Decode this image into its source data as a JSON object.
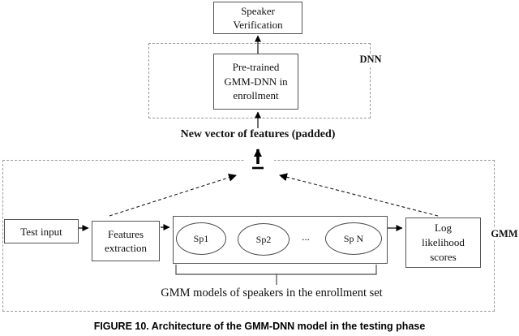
{
  "figure": {
    "boxes": {
      "speaker_verification": "Speaker\nVerification",
      "pretrained": "Pre-trained\nGMM-DNN in\nenrollment",
      "test_input": "Test input",
      "features_extraction": "Features\nextraction",
      "log_likelihood": "Log\nlikelihood\nscores"
    },
    "regions": {
      "dnn_label": "DNN",
      "gmm_label": "GMM"
    },
    "speakers": {
      "sp1": "Sp1",
      "sp2": "Sp2",
      "dots": "...",
      "spn": "Sp N"
    },
    "annotations": {
      "new_vector": "New vector of features (padded)",
      "concat_symbol": "-",
      "bracket_caption": "GMM models of speakers in the enrollment set",
      "figure_caption": "FIGURE 10. Architecture of the GMM-DNN model in the testing phase"
    },
    "colors": {
      "box_border": "#545454",
      "dashed_region_border": "#9a9a9a",
      "arrow": "#000000",
      "background": "#ffffff"
    }
  }
}
